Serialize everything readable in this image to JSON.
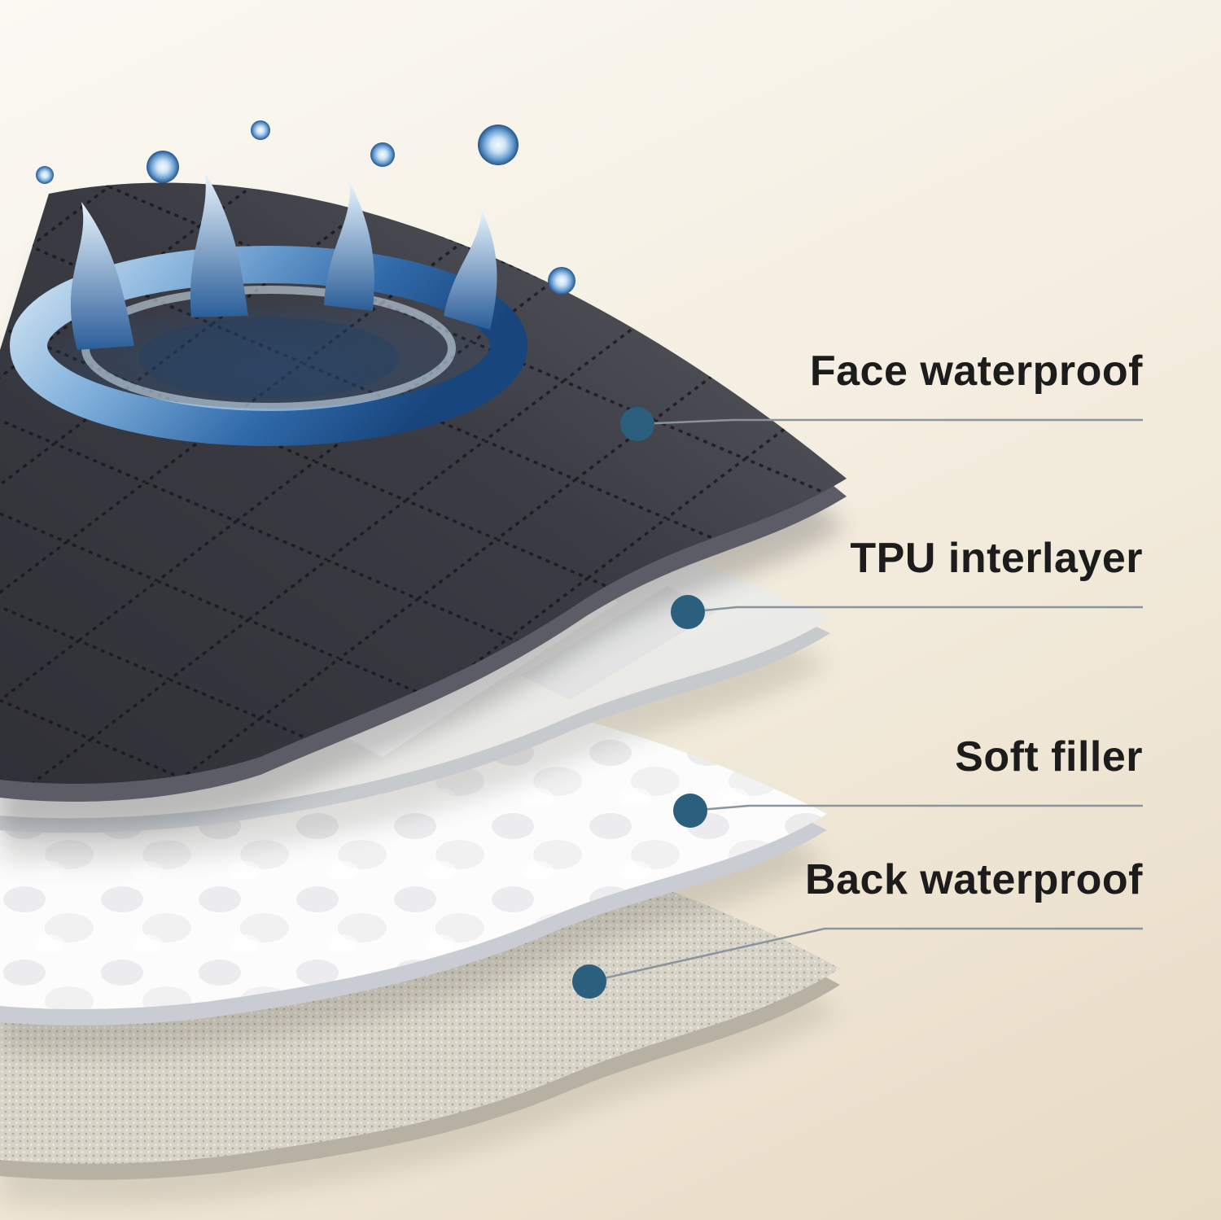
{
  "colors": {
    "background_top": "#fbf9f3",
    "background_bottom": "#e7dbc5",
    "accent_dot": "#2b5f7e",
    "callout_line": "#8a949c",
    "label_text": "#1c1c1c",
    "water_blue": "#2f6cae"
  },
  "callouts": [
    {
      "label": "Face waterproof"
    },
    {
      "label": "TPU interlayer"
    },
    {
      "label": "Soft filler"
    },
    {
      "label": "Back waterproof"
    }
  ]
}
